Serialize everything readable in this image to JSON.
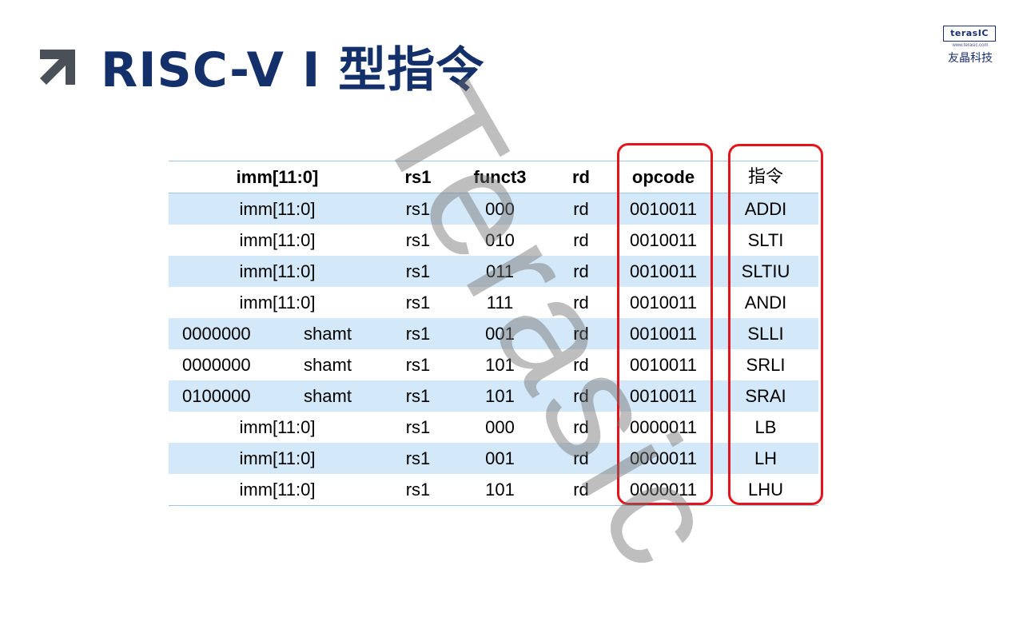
{
  "title": "RISC-V I 型指令",
  "logo": {
    "brand": "terasIC",
    "url": "www.terasic.com",
    "company": "友晶科技"
  },
  "watermark": "Terasic",
  "table": {
    "headers": {
      "imm": "imm[11:0]",
      "rs1": "rs1",
      "funct3": "funct3",
      "rd": "rd",
      "opcode": "opcode",
      "instr": "指令"
    },
    "rows": [
      {
        "imm": "imm[11:0]",
        "rs1": "rs1",
        "funct3": "000",
        "rd": "rd",
        "opcode": "0010011",
        "instr": "ADDI"
      },
      {
        "imm": "imm[11:0]",
        "rs1": "rs1",
        "funct3": "010",
        "rd": "rd",
        "opcode": "0010011",
        "instr": "SLTI"
      },
      {
        "imm": "imm[11:0]",
        "rs1": "rs1",
        "funct3": "011",
        "rd": "rd",
        "opcode": "0010011",
        "instr": "SLTIU"
      },
      {
        "imm": "imm[11:0]",
        "rs1": "rs1",
        "funct3": "111",
        "rd": "rd",
        "opcode": "0010011",
        "instr": "ANDI"
      },
      {
        "imm7": "0000000",
        "shamt": "shamt",
        "rs1": "rs1",
        "funct3": "001",
        "rd": "rd",
        "opcode": "0010011",
        "instr": "SLLI"
      },
      {
        "imm7": "0000000",
        "shamt": "shamt",
        "rs1": "rs1",
        "funct3": "101",
        "rd": "rd",
        "opcode": "0010011",
        "instr": "SRLI"
      },
      {
        "imm7": "0100000",
        "shamt": "shamt",
        "rs1": "rs1",
        "funct3": "101",
        "rd": "rd",
        "opcode": "0010011",
        "instr": "SRAI"
      },
      {
        "imm": "imm[11:0]",
        "rs1": "rs1",
        "funct3": "000",
        "rd": "rd",
        "opcode": "0000011",
        "instr": "LB"
      },
      {
        "imm": "imm[11:0]",
        "rs1": "rs1",
        "funct3": "001",
        "rd": "rd",
        "opcode": "0000011",
        "instr": "LH"
      },
      {
        "imm": "imm[11:0]",
        "rs1": "rs1",
        "funct3": "101",
        "rd": "rd",
        "opcode": "0000011",
        "instr": "LHU"
      }
    ]
  },
  "colors": {
    "title": "#14306b",
    "row_shade": "#d3e8f8",
    "highlight": "#e3141b",
    "arrow": "#4a5058"
  }
}
